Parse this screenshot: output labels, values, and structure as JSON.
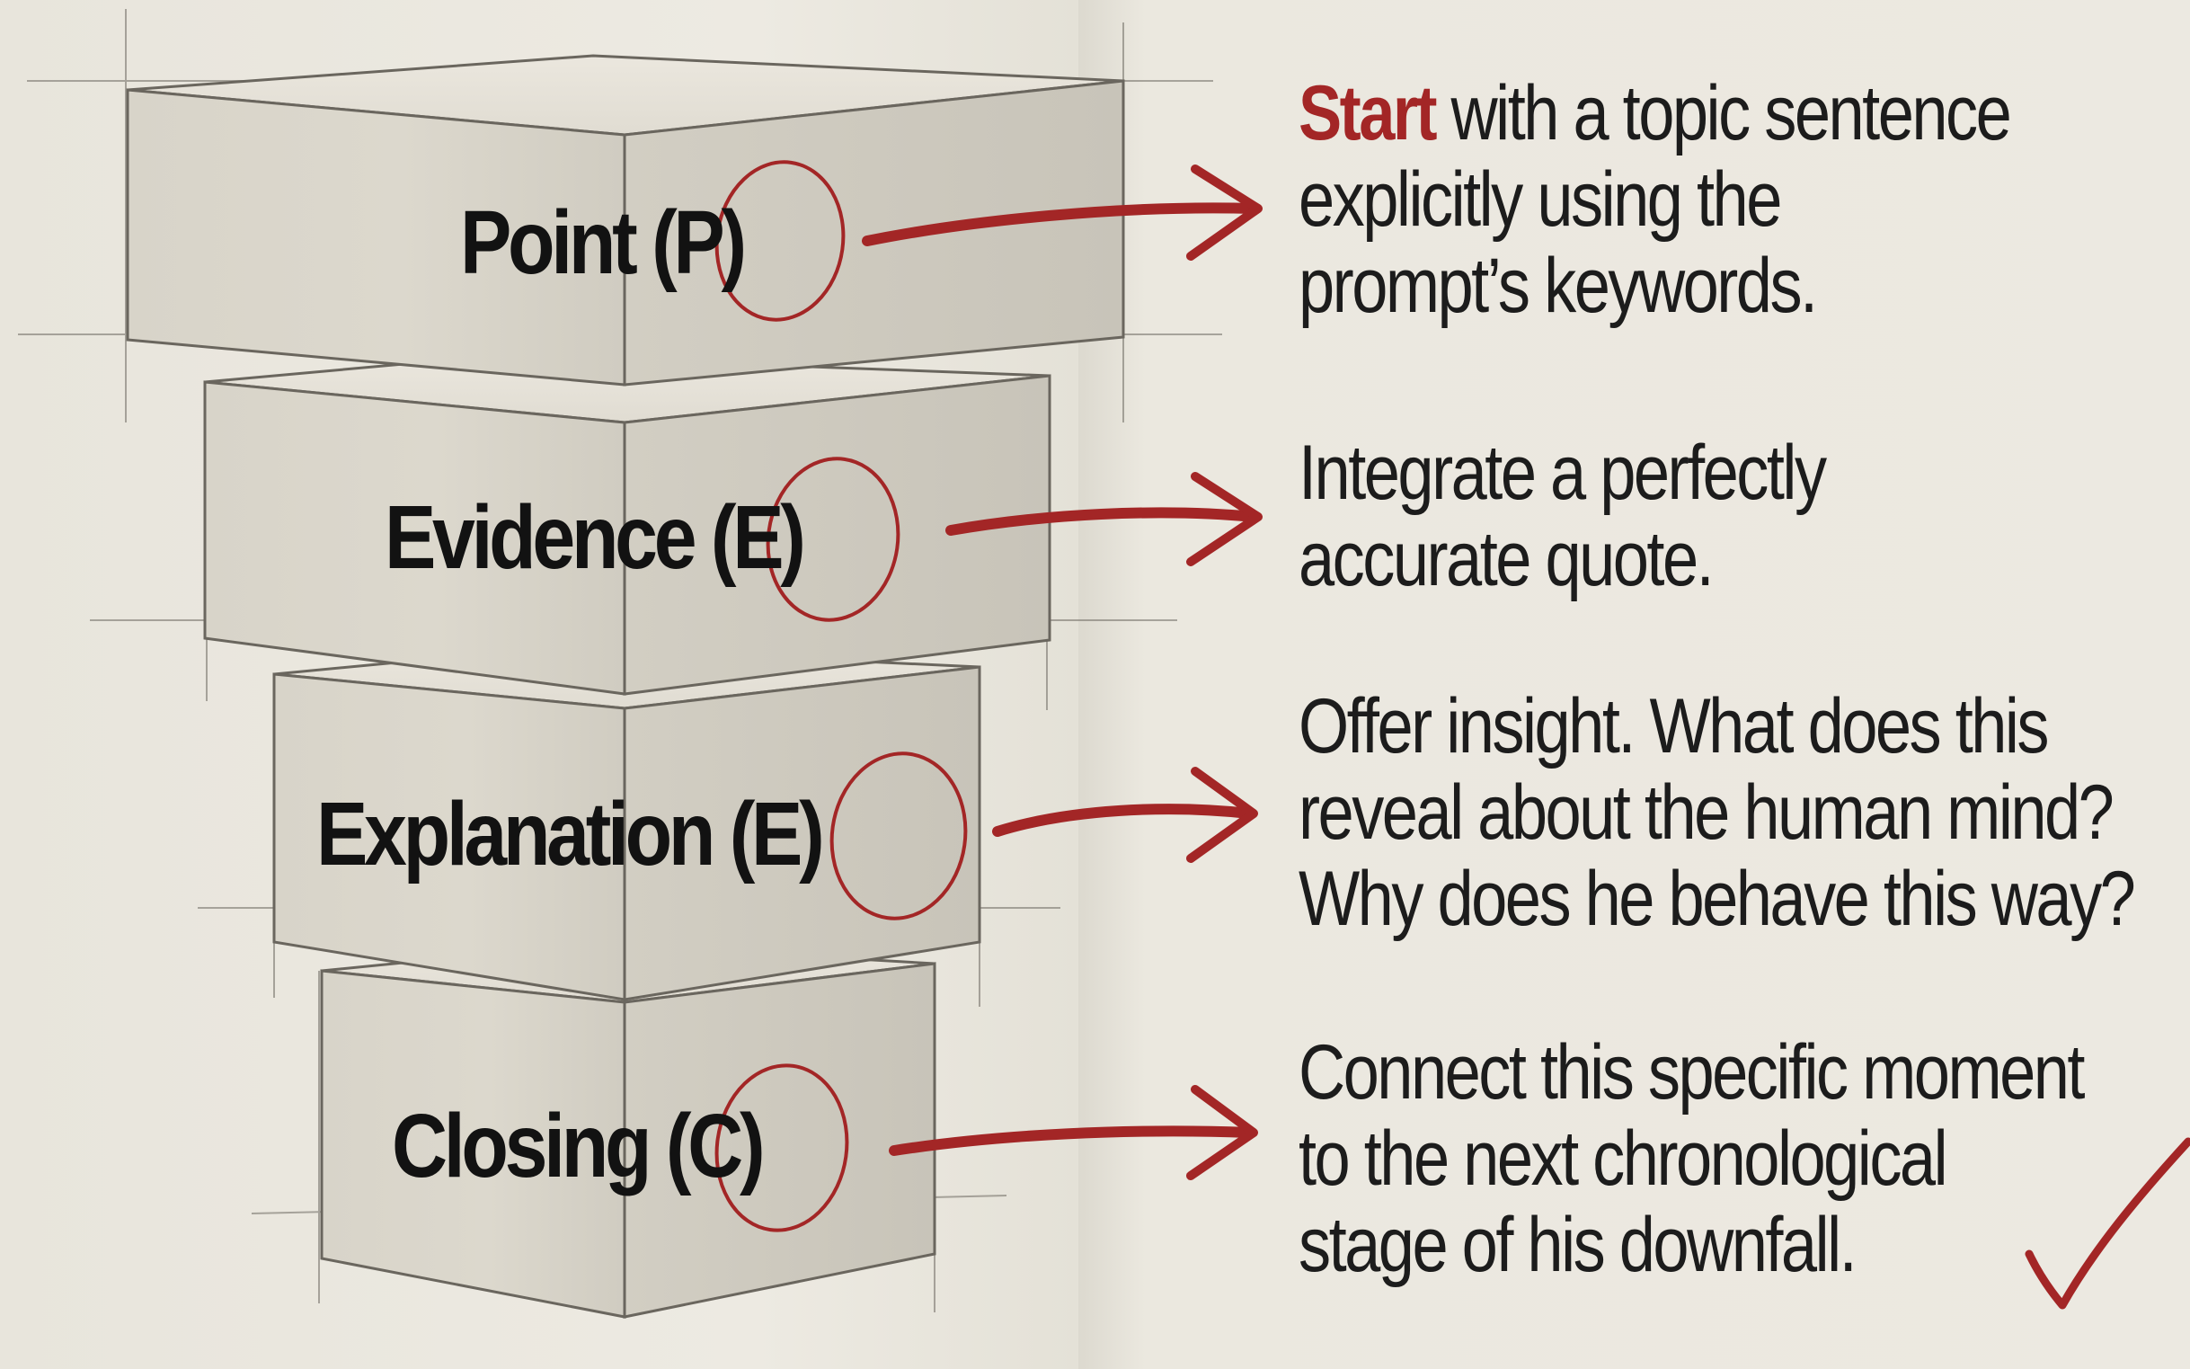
{
  "blocks": [
    {
      "id": "point",
      "label": "Point",
      "code": "(P)"
    },
    {
      "id": "evidence",
      "label": "Evidence",
      "code": "(E)"
    },
    {
      "id": "explanation",
      "label": "Explanation",
      "code": "(E)"
    },
    {
      "id": "closing",
      "label": "Closing",
      "code": "(C)"
    }
  ],
  "descriptions": [
    {
      "accent": "Start",
      "line1_rest": " with a topic sentence",
      "line2": "explicitly using the",
      "line3": "prompt’s keywords."
    },
    {
      "line1": "Integrate a perfectly",
      "line2": "accurate quote."
    },
    {
      "line1": "Offer insight. What does this",
      "line2": "reveal about the human mind?",
      "line3": "Why does he behave this way?"
    },
    {
      "line1": "Connect this specific moment",
      "line2": "to the next chronological",
      "line3": "stage of his downfall."
    }
  ],
  "colors": {
    "accent_red": "#a32626",
    "block_front": "#dad6cb",
    "block_side": "#cfcbc0",
    "block_top": "#e6e2d8",
    "ink": "#121212"
  },
  "icons": [
    "arrow-right-icon",
    "circle-highlight-icon",
    "checkmark-icon"
  ]
}
